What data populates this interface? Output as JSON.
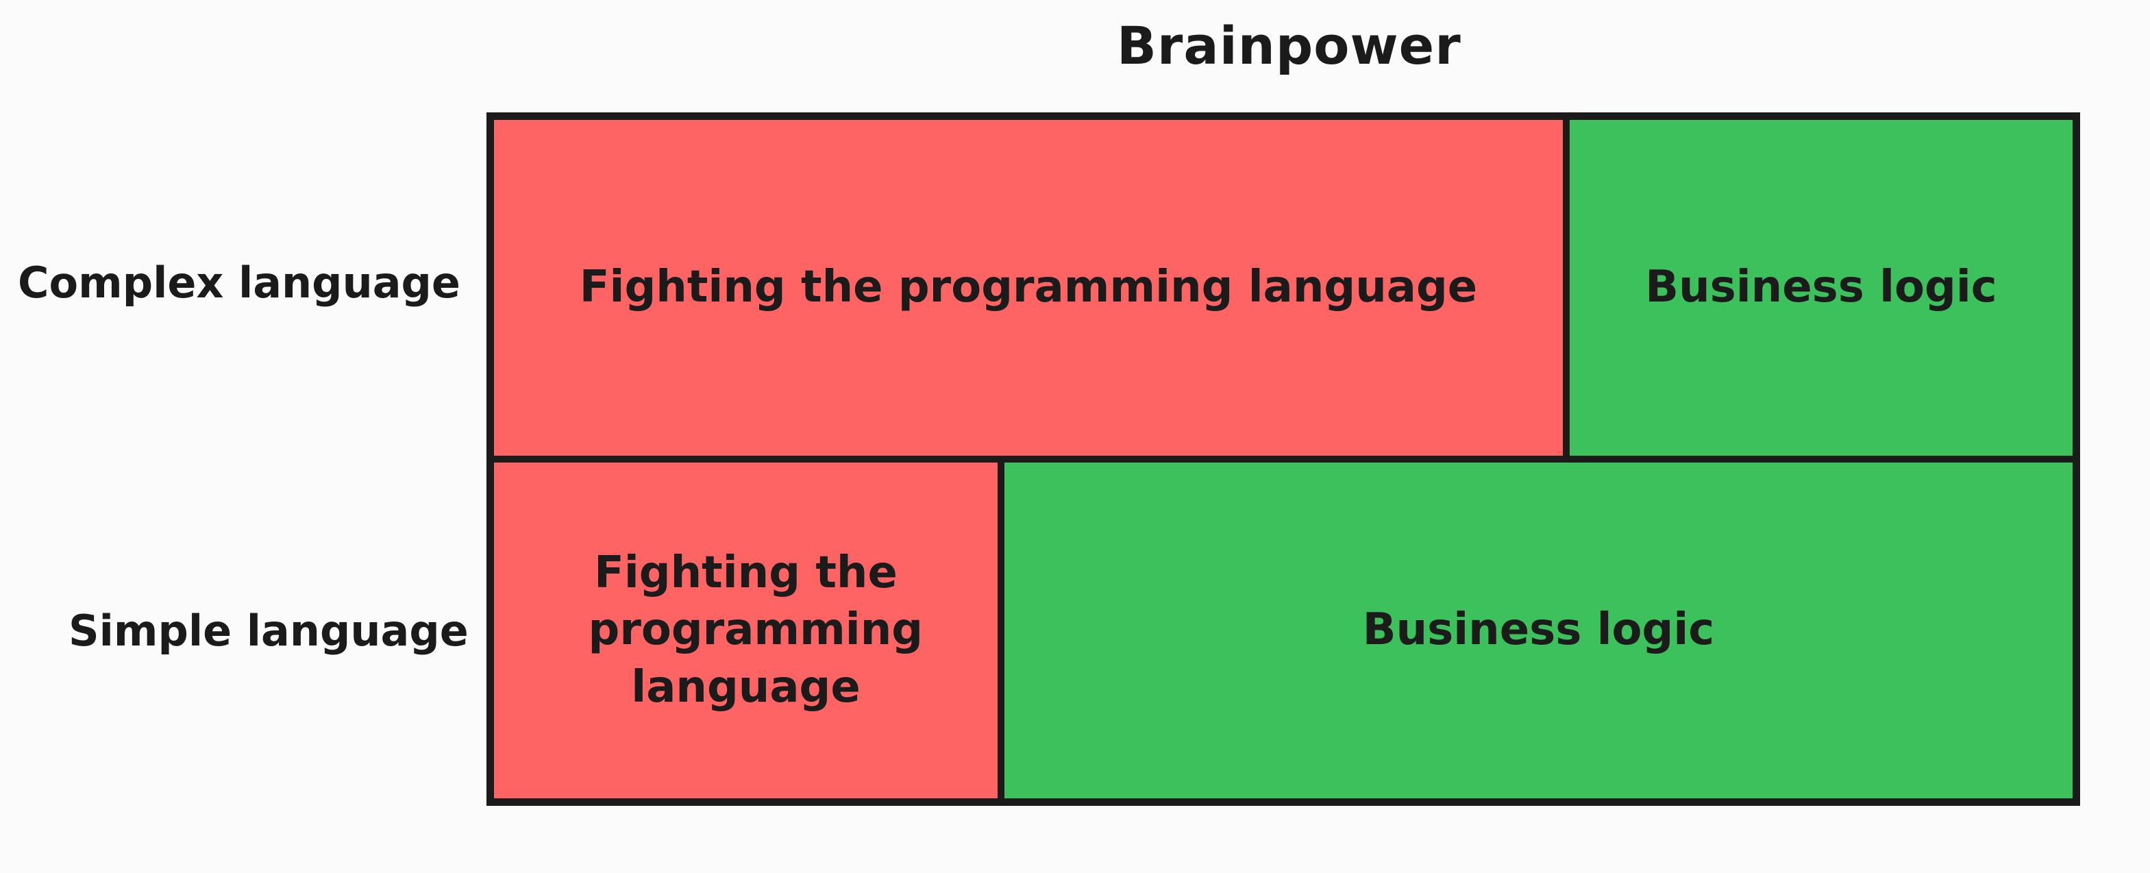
{
  "title": "Brainpower",
  "rows": {
    "complex": {
      "label": "Complex language",
      "fighting": "Fighting the programming language",
      "business": "Business logic"
    },
    "simple": {
      "label": "Simple language",
      "fighting": "Fighting the programming language",
      "business": "Business logic"
    }
  },
  "colors": {
    "fighting": "#ff6464",
    "business": "#3cc15c",
    "border": "#1b1b1b",
    "background": "#fbfbfb"
  }
}
